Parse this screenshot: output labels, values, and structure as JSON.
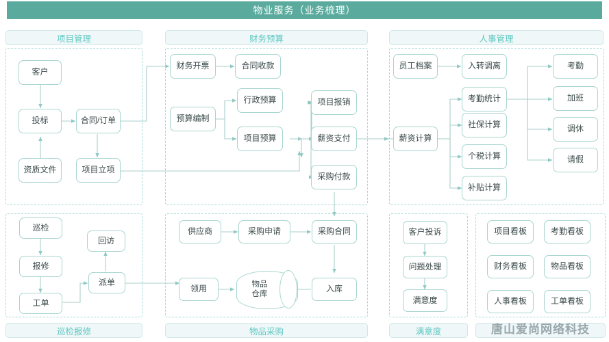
{
  "header": {
    "title": "物业服务（业务梳理）",
    "bar_color": "#5aab9e"
  },
  "theme": {
    "accent": "#5fc8c2",
    "node_border": "#a8d5cf",
    "group_border": "#a7d8d8",
    "label_bg": "#eff7f8",
    "node_text": "#3c4a4a"
  },
  "watermark": {
    "text": "唐山爱尚网络科技"
  },
  "panels": [
    {
      "id": "project-management",
      "label": "项目管理",
      "label_position": "top",
      "nodes": [
        {
          "id": "customer",
          "label": "客户"
        },
        {
          "id": "bidding",
          "label": "投标"
        },
        {
          "id": "contract",
          "label": "合同/订单"
        },
        {
          "id": "qualification",
          "label": "资质文件"
        },
        {
          "id": "project-setup",
          "label": "项目立项"
        }
      ]
    },
    {
      "id": "financial-budget",
      "label": "财务预算",
      "label_position": "top",
      "nodes": [
        {
          "id": "invoice",
          "label": "财务开票"
        },
        {
          "id": "contract-receipt",
          "label": "合同收款"
        },
        {
          "id": "budget-prepare",
          "label": "预算编制"
        },
        {
          "id": "admin-budget",
          "label": "行政预算"
        },
        {
          "id": "project-budget",
          "label": "项目预算"
        },
        {
          "id": "project-expense",
          "label": "项目报销"
        },
        {
          "id": "salary-payment",
          "label": "薪资支付"
        },
        {
          "id": "purchase-payment",
          "label": "采购付款"
        }
      ]
    },
    {
      "id": "hr-management",
      "label": "人事管理",
      "label_position": "top",
      "nodes": [
        {
          "id": "employee-file",
          "label": "员工档案"
        },
        {
          "id": "transfer",
          "label": "入转调离"
        },
        {
          "id": "salary-calc",
          "label": "薪资计算"
        },
        {
          "id": "attendance-stats",
          "label": "考勤统计"
        },
        {
          "id": "social-insurance",
          "label": "社保计算"
        },
        {
          "id": "income-tax",
          "label": "个税计算"
        },
        {
          "id": "subsidy-calc",
          "label": "补贴计算"
        },
        {
          "id": "attendance",
          "label": "考勤"
        },
        {
          "id": "overtime",
          "label": "加班"
        },
        {
          "id": "time-off",
          "label": "调休"
        },
        {
          "id": "leave",
          "label": "请假"
        }
      ]
    },
    {
      "id": "inspection-repair",
      "label": "巡检报修",
      "label_position": "bottom",
      "nodes": [
        {
          "id": "inspection",
          "label": "巡检"
        },
        {
          "id": "repair",
          "label": "报修"
        },
        {
          "id": "work-order",
          "label": "工单"
        },
        {
          "id": "dispatch",
          "label": "派单"
        },
        {
          "id": "follow-up",
          "label": "回访"
        }
      ]
    },
    {
      "id": "goods-procurement",
      "label": "物品采购",
      "label_position": "bottom",
      "nodes": [
        {
          "id": "supplier",
          "label": "供应商"
        },
        {
          "id": "purchase-request",
          "label": "采购申请"
        },
        {
          "id": "purchase-contract",
          "label": "采购合同"
        },
        {
          "id": "requisition",
          "label": "领用"
        },
        {
          "id": "warehouse",
          "label": "物品\n仓库",
          "label_line1": "物品",
          "label_line2": "仓库",
          "shape": "cylinder"
        },
        {
          "id": "stock-in",
          "label": "入库"
        }
      ]
    },
    {
      "id": "satisfaction",
      "label": "满意度",
      "label_position": "bottom",
      "nodes": [
        {
          "id": "customer-complaint",
          "label": "客户投诉"
        },
        {
          "id": "issue-handling",
          "label": "问题处理"
        },
        {
          "id": "satisfaction-score",
          "label": "满意度"
        }
      ]
    },
    {
      "id": "dashboards",
      "label": "",
      "label_position": "bottom",
      "nodes": [
        {
          "id": "project-board",
          "label": "项目看板"
        },
        {
          "id": "attendance-board",
          "label": "考勤看板"
        },
        {
          "id": "finance-board",
          "label": "财务看板"
        },
        {
          "id": "goods-board",
          "label": "物品看板"
        },
        {
          "id": "hr-board",
          "label": "人事看板"
        },
        {
          "id": "workorder-board",
          "label": "工单看板"
        }
      ]
    }
  ]
}
